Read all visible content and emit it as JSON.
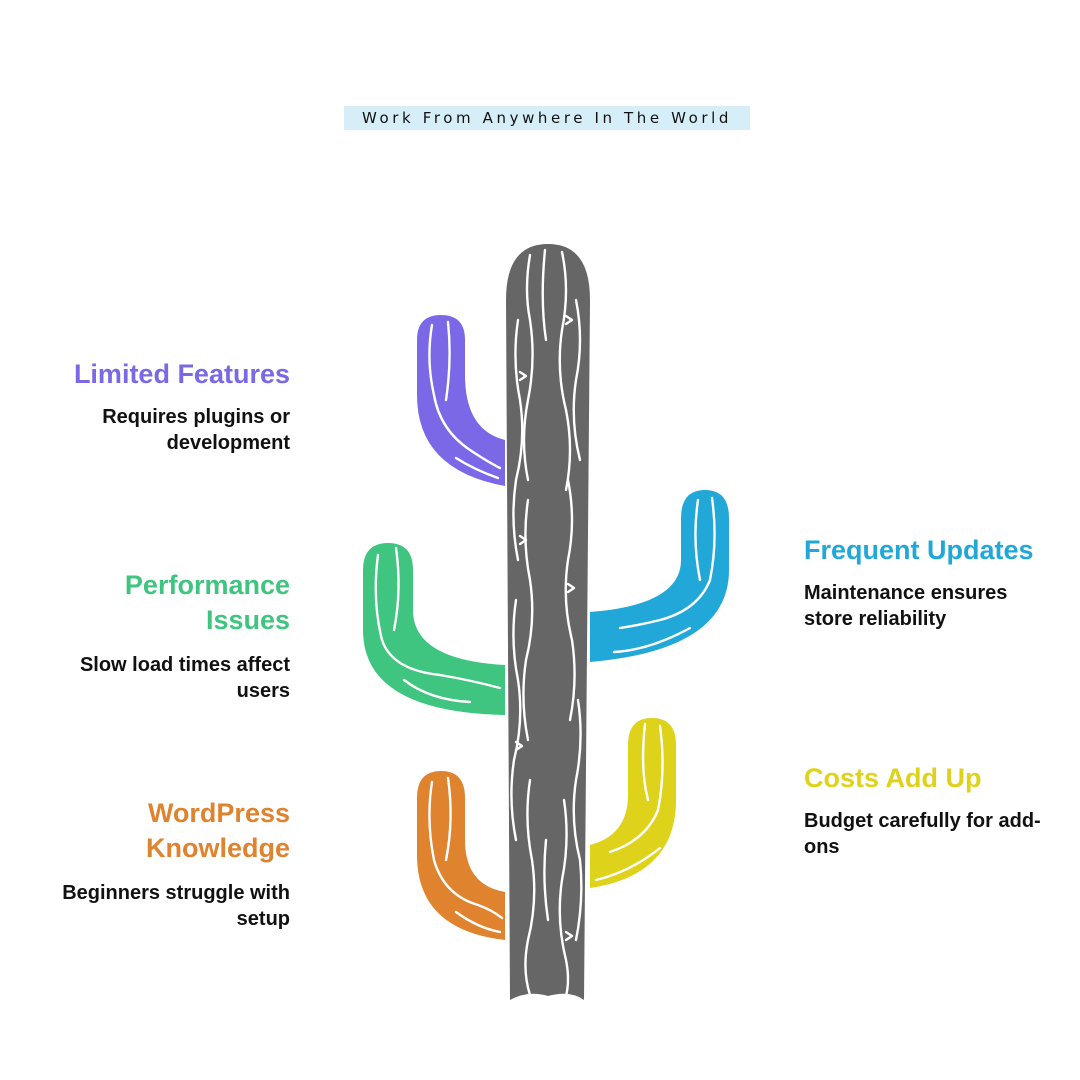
{
  "header": {
    "banner_text": "Work From Anywhere In The World"
  },
  "branches": [
    {
      "title": "Limited Features",
      "description": "Requires plugins or development",
      "color": "#7b68e6"
    },
    {
      "title": "Performance Issues",
      "description": "Slow load times affect users",
      "color": "#3fc57f"
    },
    {
      "title": "WordPress Knowledge",
      "description": "Beginners struggle with setup",
      "color": "#e0832f"
    },
    {
      "title": "Frequent Updates",
      "description": "Maintenance ensures store reliability",
      "color": "#22a8d8"
    },
    {
      "title": "Costs Add Up",
      "description": "Budget carefully for add-ons",
      "color": "#ded21a"
    }
  ],
  "trunk_color": "#666666"
}
